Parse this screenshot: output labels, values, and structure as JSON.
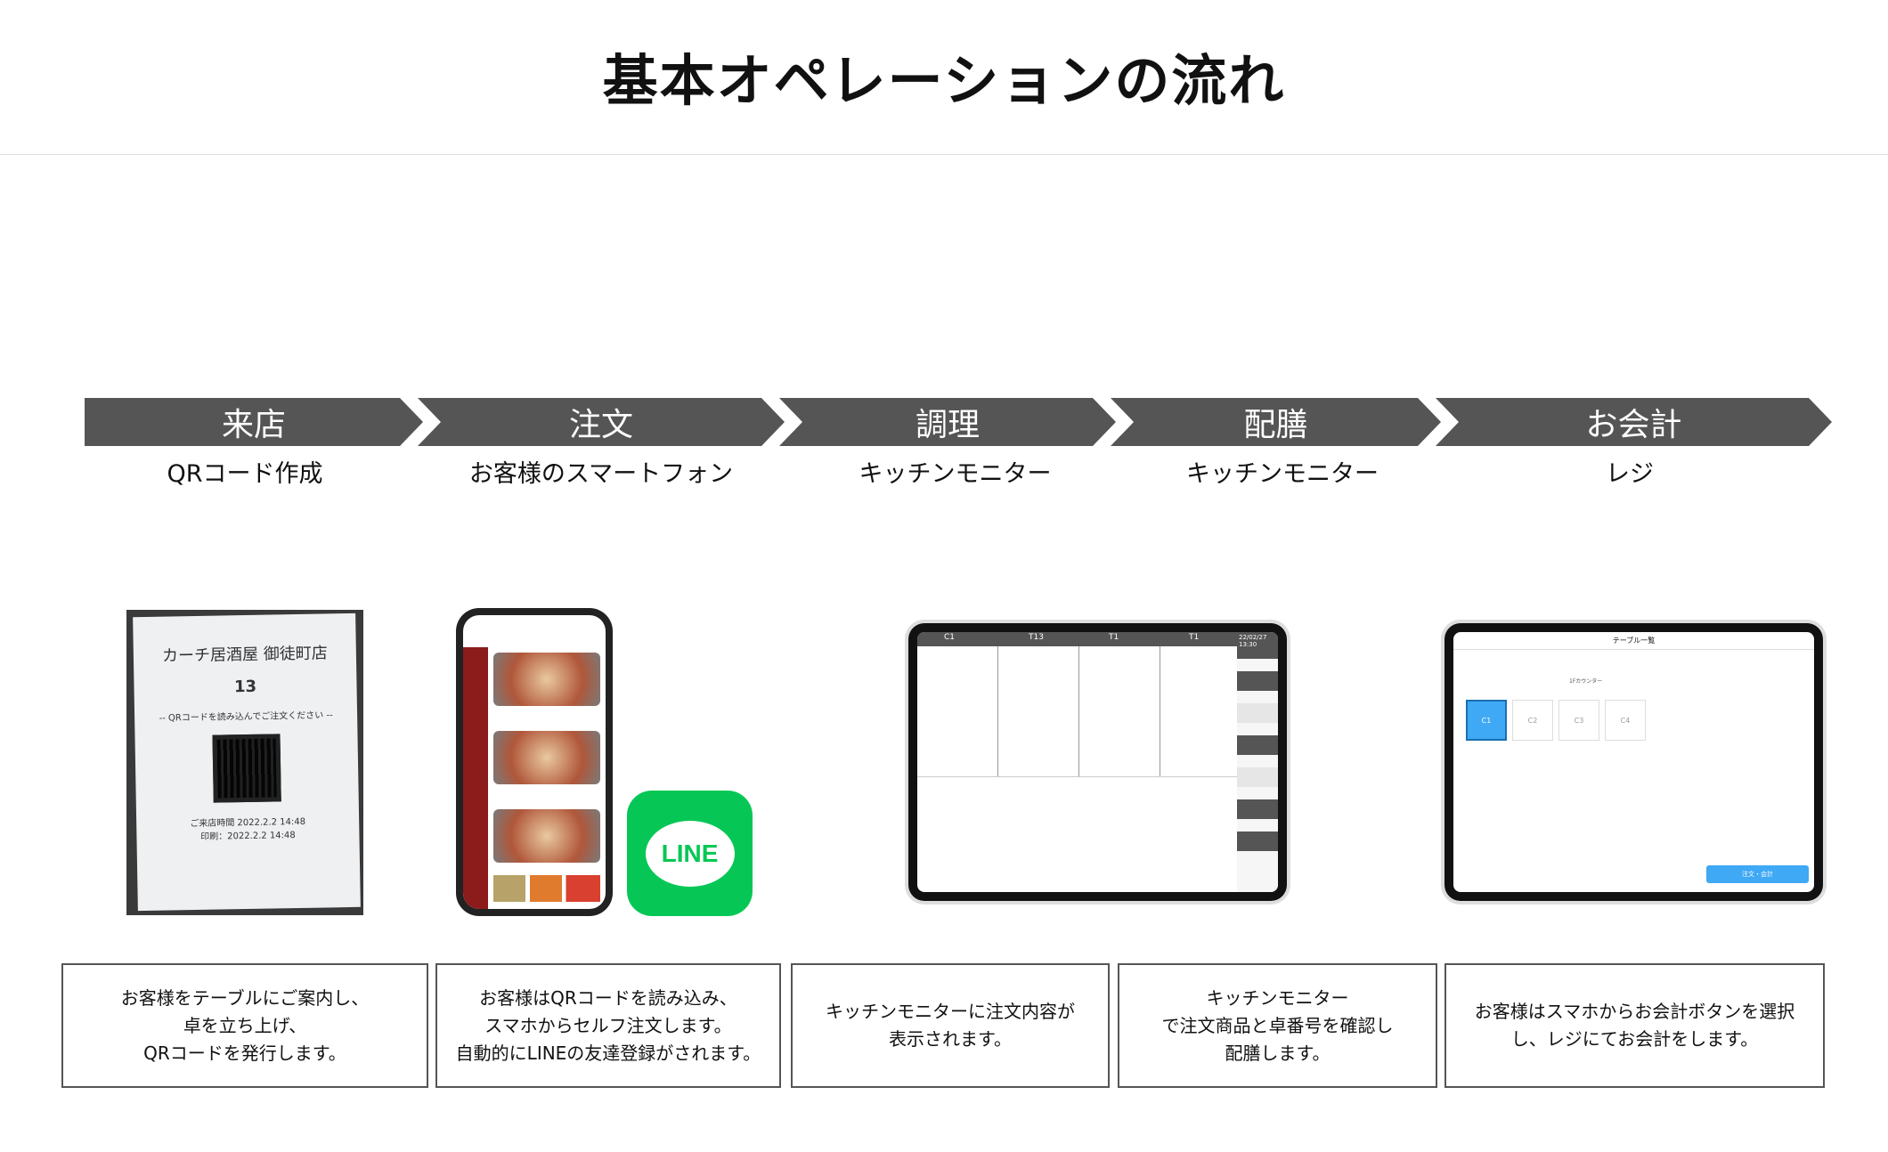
{
  "title": "基本オペレーションの流れ",
  "steps": [
    {
      "label": "来店",
      "device": "QRコード作成",
      "desc": "お客様をテーブルにご案内し、\n卓を立ち上げ、\nQRコードを発行します。"
    },
    {
      "label": "注文",
      "device": "お客様のスマートフォン",
      "desc": "お客様はQRコードを読み込み、\nスマホからセルフ注文します。\n自動的にLINEの友達登録がされます。"
    },
    {
      "label": "調理",
      "device": "キッチンモニター",
      "desc": "キッチンモニターに注文内容が\n表示されます。"
    },
    {
      "label": "配膳",
      "device": "キッチンモニター",
      "desc": "キッチンモニター\nで注文商品と卓番号を確認し\n配膳します。"
    },
    {
      "label": "お会計",
      "device": "レジ",
      "desc": "お客様はスマホからお会計ボタンを選択\nし、レジにてお会計をします。"
    }
  ],
  "receipt": {
    "store": "カーチ居酒屋 御徒町店",
    "table": "13",
    "note": "-- QRコードを読み込んでご注文ください --",
    "time": "ご来店時間 2022.2.2 14:48\n印刷：2022.2.2 14:48"
  },
  "line_logo": "LINE",
  "kitchen": {
    "tables": [
      "C1",
      "T13",
      "T1",
      "T1"
    ],
    "date": "22/02/27 13:30"
  },
  "register": {
    "title": "テーブル一覧",
    "area": "1Fカウンター",
    "tables": [
      "C1",
      "C2",
      "C3",
      "C4"
    ],
    "button": "注文・会計"
  },
  "colors": {
    "step_bg": "#555555",
    "line_green": "#06c755",
    "accent_blue": "#3fa9f5"
  }
}
